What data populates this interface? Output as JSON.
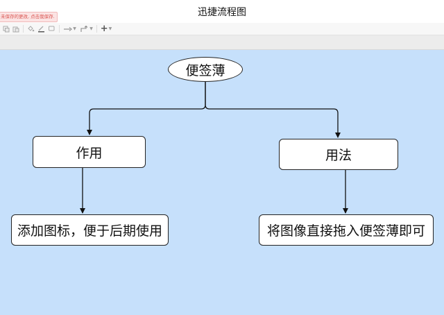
{
  "window": {
    "title": "迅捷流程图",
    "unsaved_notice": "未保存的更改, 点击我保存."
  },
  "toolbar": {
    "items": [
      {
        "name": "copy-style-icon"
      },
      {
        "name": "paste-style-icon"
      },
      {
        "name": "fill-color-icon"
      },
      {
        "name": "line-color-icon"
      },
      {
        "name": "shadow-icon"
      },
      {
        "name": "connection-arrow-icon"
      },
      {
        "name": "waypoint-icon"
      },
      {
        "name": "insert-plus-icon"
      }
    ],
    "plus_label": "+"
  },
  "canvas": {
    "background": "#c6e0fb"
  },
  "flowchart": {
    "root": {
      "label": "便签薄",
      "shape": "ellipse"
    },
    "left": {
      "label": "作用",
      "shape": "rounded-rectangle"
    },
    "right": {
      "label": "用法",
      "shape": "rounded-rectangle"
    },
    "left_child": {
      "label": "添加图标，便于后期使用",
      "shape": "rounded-rectangle"
    },
    "right_child": {
      "label": "将图像直接拖入便签薄即可",
      "shape": "rounded-rectangle"
    }
  }
}
